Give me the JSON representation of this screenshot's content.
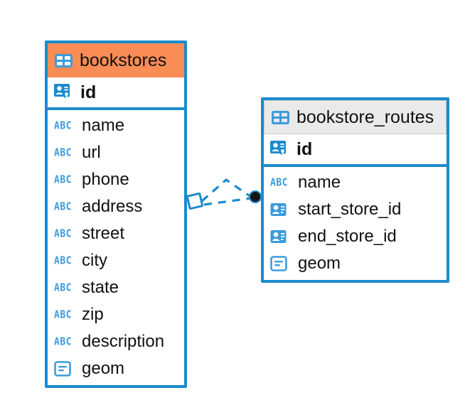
{
  "diagram": {
    "title": "Entity relationship diagram",
    "background_color": "#FFFFFF",
    "accent_color": "#1B8BCE",
    "header_accent_color": "#FA8C55",
    "header_neutral_color": "#EAEAEA",
    "icon_color": "#3D9BDC",
    "text_color": "#111111"
  },
  "entities": [
    {
      "name": "bookstores",
      "header_style": "accent",
      "header_icon": "table-icon",
      "primary_key": {
        "label": "id",
        "icon": "primary-key-icon"
      },
      "fields": [
        {
          "label": "name",
          "icon": "text-abc-icon"
        },
        {
          "label": "url",
          "icon": "text-abc-icon"
        },
        {
          "label": "phone",
          "icon": "text-abc-icon"
        },
        {
          "label": "address",
          "icon": "text-abc-icon"
        },
        {
          "label": "street",
          "icon": "text-abc-icon"
        },
        {
          "label": "city",
          "icon": "text-abc-icon"
        },
        {
          "label": "state",
          "icon": "text-abc-icon"
        },
        {
          "label": "zip",
          "icon": "text-abc-icon"
        },
        {
          "label": "description",
          "icon": "text-abc-icon"
        },
        {
          "label": "geom",
          "icon": "geometry-icon"
        }
      ]
    },
    {
      "name": "bookstore_routes",
      "header_style": "neutral",
      "header_icon": "table-icon",
      "primary_key": {
        "label": "id",
        "icon": "primary-key-icon"
      },
      "fields": [
        {
          "label": "name",
          "icon": "text-abc-icon"
        },
        {
          "label": "start_store_id",
          "icon": "foreign-key-icon"
        },
        {
          "label": "end_store_id",
          "icon": "foreign-key-icon"
        },
        {
          "label": "geom",
          "icon": "geometry-icon"
        }
      ]
    }
  ],
  "relationship": {
    "from_entity": "bookstores",
    "to_entity": "bookstore_routes",
    "line_style": "dashed",
    "line_color": "#1B8BCE",
    "source_marker": "diamond-outline-marker",
    "target_marker": "filled-circle-marker"
  },
  "icon_labels": {
    "abc": "ABC"
  }
}
